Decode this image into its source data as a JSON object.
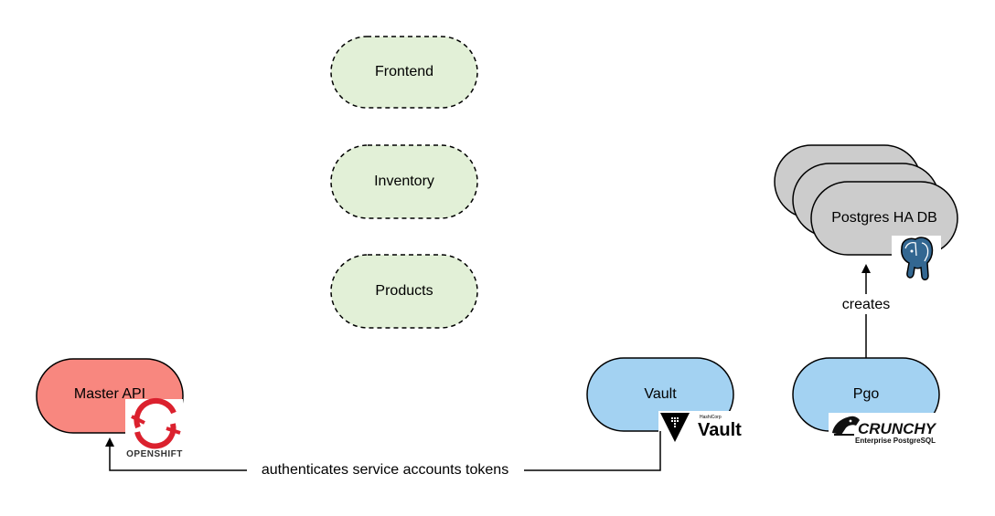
{
  "colors": {
    "pending_fill": "#e2f0d7",
    "master_fill": "#f8877f",
    "service_fill": "#a3d2f2",
    "db_fill": "#cccccc",
    "stroke": "#000000"
  },
  "nodes": {
    "frontend": "Frontend",
    "inventory": "Inventory",
    "products": "Products",
    "master_api": "Master API",
    "vault": "Vault",
    "pgo": "Pgo",
    "postgres": "Postgres HA DB"
  },
  "edges": {
    "creates": "creates",
    "authenticates": "authenticates service accounts tokens"
  },
  "logos": {
    "openshift_icon": "openshift-icon",
    "openshift_text": "OPENSHIFT",
    "vault_icon": "vault-icon",
    "vault_small": "HashiCorp",
    "vault_text": "Vault",
    "postgres_icon": "postgresql-elephant-icon",
    "crunchy_icon": "crunchy-data-icon",
    "crunchy_text": "CRUNCHY",
    "crunchy_sub": "Enterprise PostgreSQL"
  }
}
